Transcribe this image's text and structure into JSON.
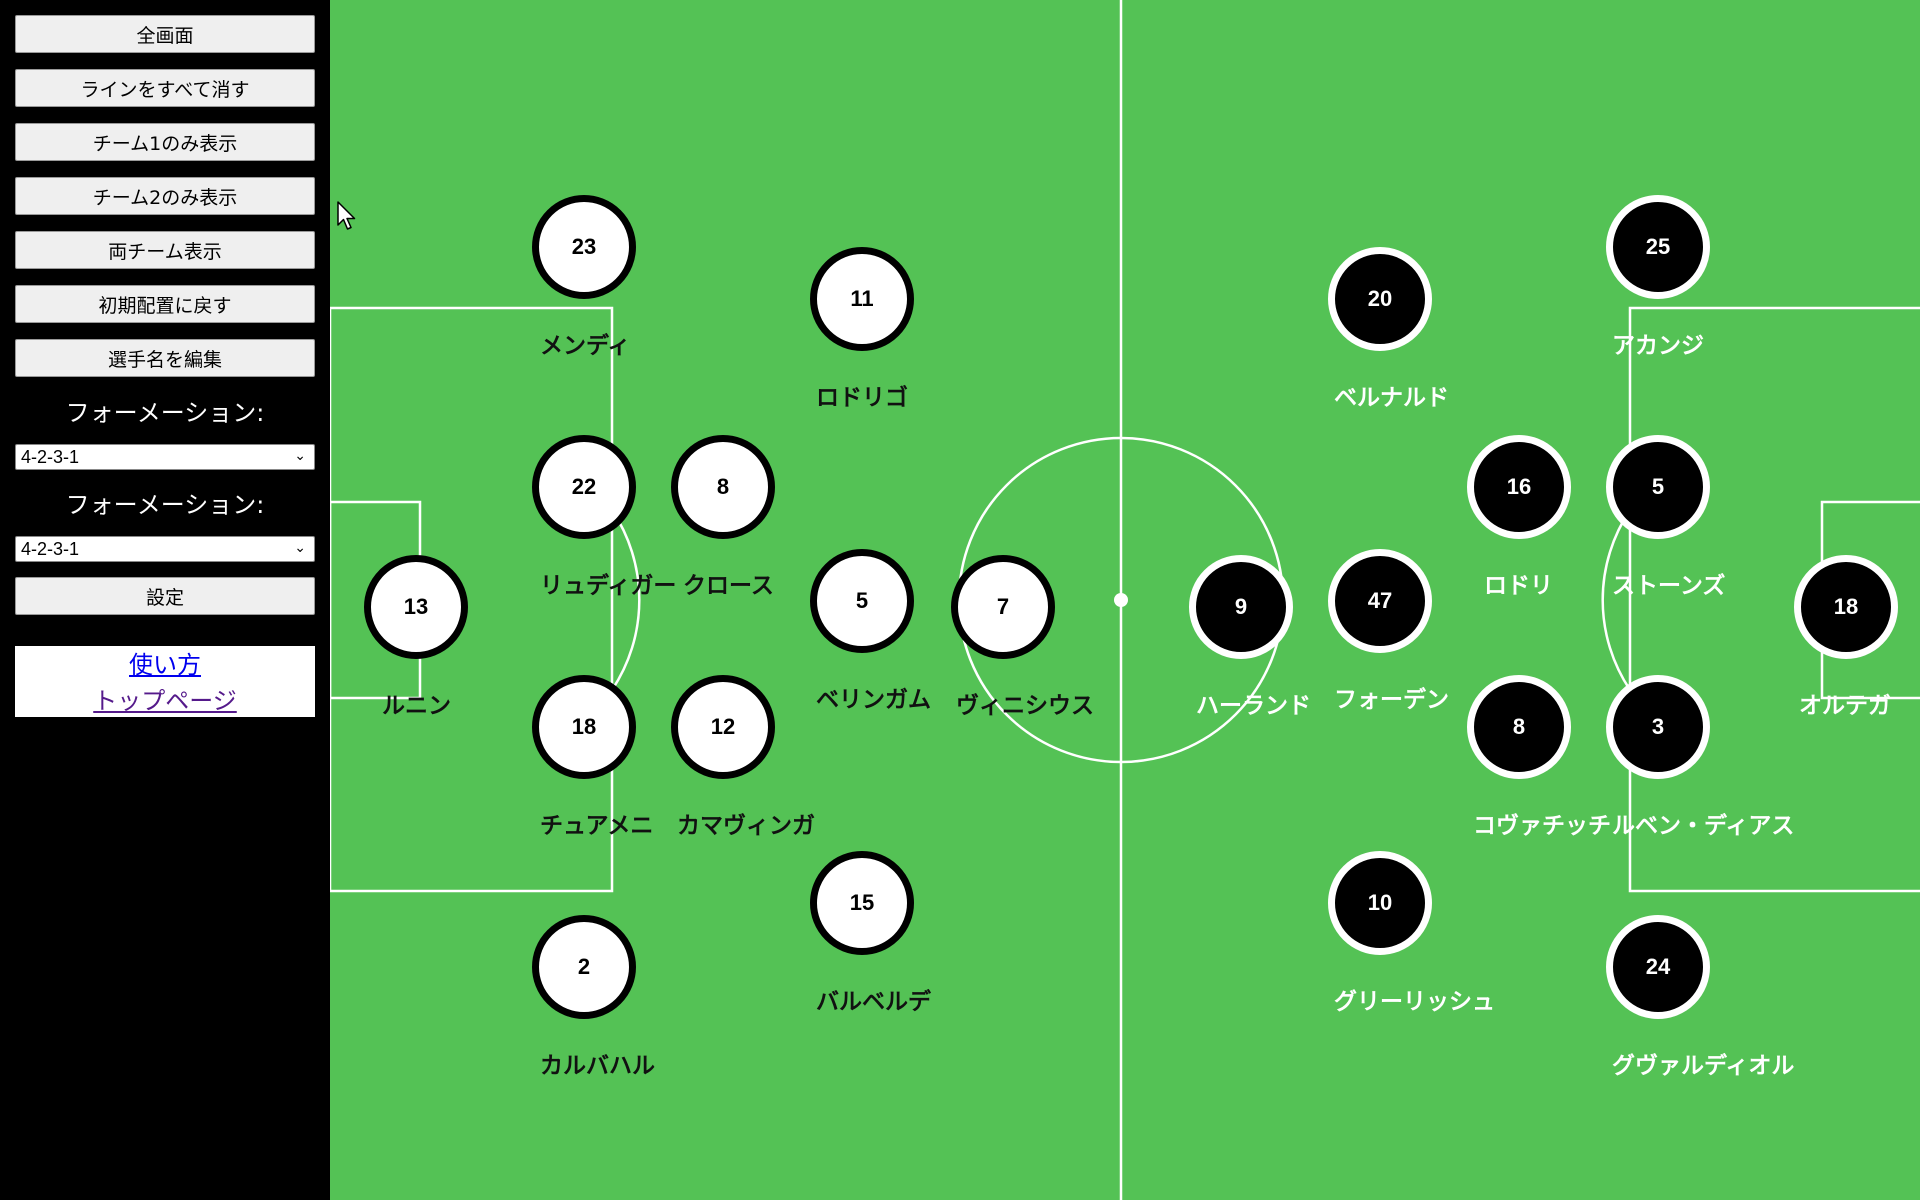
{
  "sidebar": {
    "buttons": [
      "全画面",
      "ラインをすべて消す",
      "チーム1のみ表示",
      "チーム2のみ表示",
      "両チーム表示",
      "初期配置に戻す",
      "選手名を編集"
    ],
    "formation_label_1": "フォーメーション:",
    "formation_value_1": "4-2-3-1",
    "formation_label_2": "フォーメーション:",
    "formation_value_2": "4-2-3-1",
    "set_button": "設定",
    "links": {
      "howto": "使い方",
      "top": "トップページ"
    },
    "colors": {
      "link_unvisited": "#0000ee",
      "link_visited": "#551a8b"
    }
  },
  "pitch": {
    "color": "#54c255",
    "line_color": "#ffffff"
  },
  "teams": {
    "team1": {
      "colors": {
        "fill": "#ffffff",
        "border": "#000000",
        "number": "#000000",
        "name": "#111111"
      },
      "players": [
        {
          "number": "13",
          "name": "ルニン"
        },
        {
          "number": "23",
          "name": "メンディ"
        },
        {
          "number": "22",
          "name": "リュディガー"
        },
        {
          "number": "18",
          "name": "チュアメニ"
        },
        {
          "number": "2",
          "name": "カルバハル"
        },
        {
          "number": "8",
          "name": "クロース"
        },
        {
          "number": "12",
          "name": "カマヴィンガ"
        },
        {
          "number": "11",
          "name": "ロドリゴ"
        },
        {
          "number": "5",
          "name": "ベリンガム"
        },
        {
          "number": "15",
          "name": "バルベルデ"
        },
        {
          "number": "7",
          "name": "ヴィニシウス"
        }
      ]
    },
    "team2": {
      "colors": {
        "fill": "#000000",
        "border": "#ffffff",
        "number": "#ffffff",
        "name": "#ffffff"
      },
      "players": [
        {
          "number": "9",
          "name": "ハーランド"
        },
        {
          "number": "20",
          "name": "ベルナルド"
        },
        {
          "number": "47",
          "name": "フォーデン"
        },
        {
          "number": "10",
          "name": "グリーリッシュ"
        },
        {
          "number": "16",
          "name": "ロドリ"
        },
        {
          "number": "8",
          "name": "コヴァチッチ"
        },
        {
          "number": "25",
          "name": "アカンジ"
        },
        {
          "number": "5",
          "name": "ストーンズ"
        },
        {
          "number": "3",
          "name": "ルベン・ディアス"
        },
        {
          "number": "24",
          "name": "グヴァルディオル"
        },
        {
          "number": "18",
          "name": "オルテガ"
        }
      ]
    }
  }
}
